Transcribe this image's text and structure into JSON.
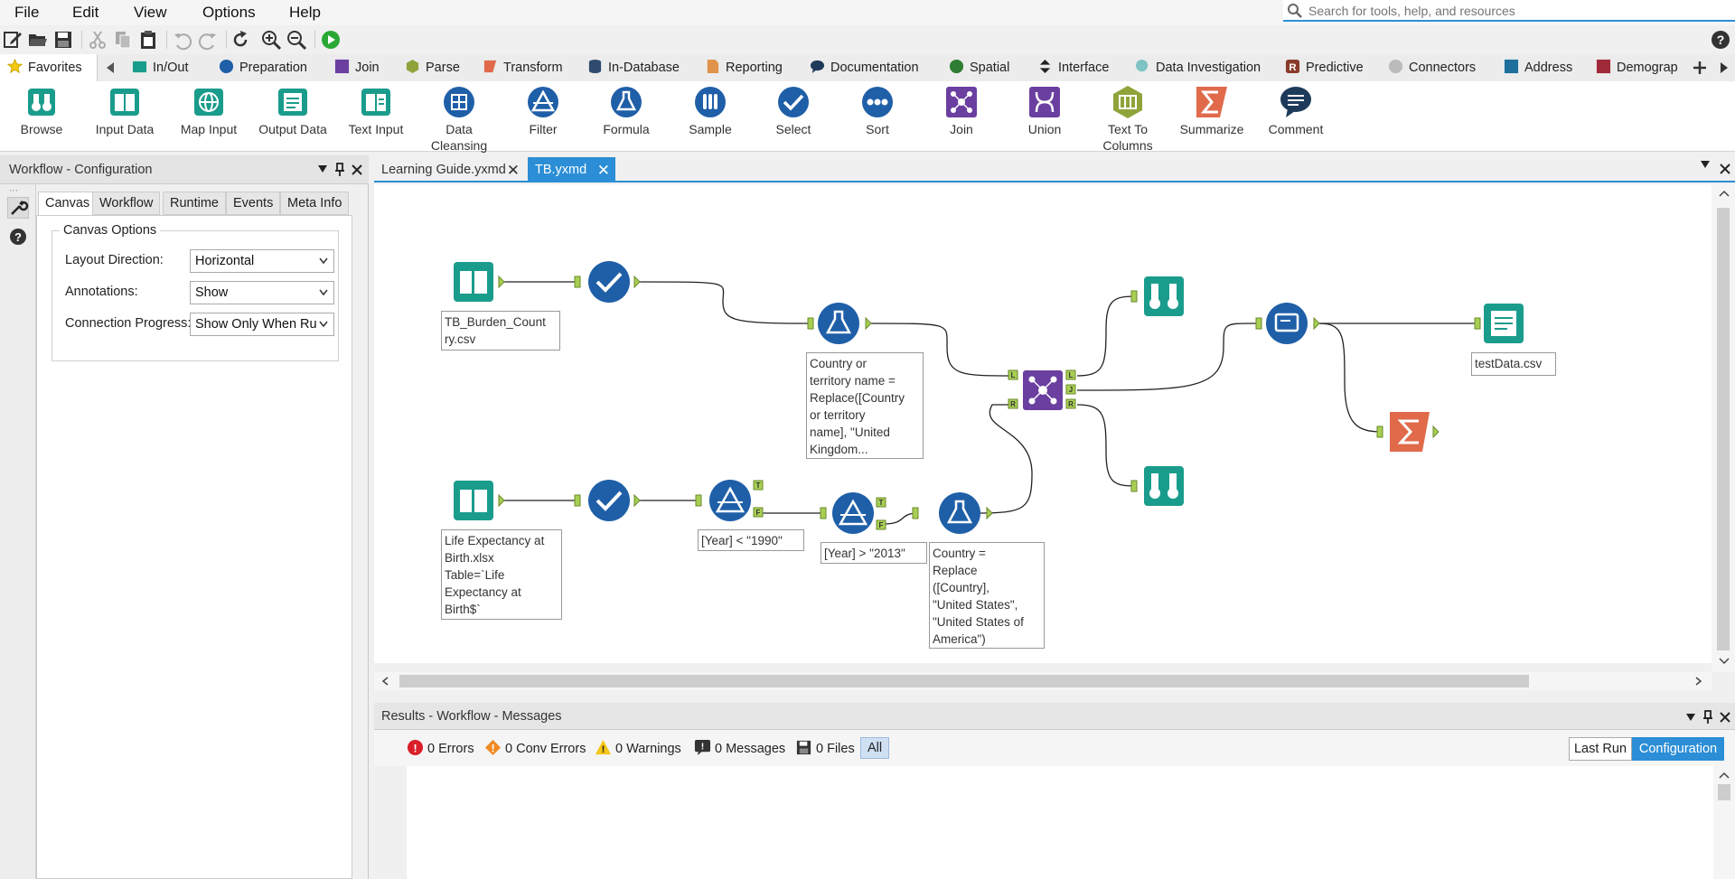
{
  "menu": {
    "file": "File",
    "edit": "Edit",
    "view": "View",
    "options": "Options",
    "help": "Help"
  },
  "search": {
    "placeholder": "Search for tools, help, and resources"
  },
  "categories": {
    "favorites": "Favorites",
    "in_out": "In/Out",
    "preparation": "Preparation",
    "join": "Join",
    "parse": "Parse",
    "transform": "Transform",
    "in_database": "In-Database",
    "reporting": "Reporting",
    "documentation": "Documentation",
    "spatial": "Spatial",
    "interface": "Interface",
    "data_investigation": "Data Investigation",
    "predictive": "Predictive",
    "connectors": "Connectors",
    "address": "Address",
    "demographic": "Demograp"
  },
  "palette": {
    "browse": "Browse",
    "input_data": "Input Data",
    "map_input": "Map Input",
    "output_data": "Output Data",
    "text_input": "Text Input",
    "data_cleansing_1": "Data",
    "data_cleansing_2": "Cleansing",
    "filter": "Filter",
    "formula": "Formula",
    "sample": "Sample",
    "select": "Select",
    "sort": "Sort",
    "join": "Join",
    "union": "Union",
    "text_to_columns_1": "Text To",
    "text_to_columns_2": "Columns",
    "summarize": "Summarize",
    "comment": "Comment"
  },
  "config_panel": {
    "title": "Workflow - Configuration",
    "tabs": {
      "canvas": "Canvas",
      "workflow": "Workflow",
      "runtime": "Runtime",
      "events": "Events",
      "meta_info": "Meta Info"
    },
    "canvas_options": {
      "legend": "Canvas Options",
      "layout_direction_label": "Layout Direction:",
      "layout_direction_value": "Horizontal",
      "annotations_label": "Annotations:",
      "annotations_value": "Show",
      "connection_progress_label": "Connection Progress:",
      "connection_progress_value": "Show Only When Ru"
    }
  },
  "doc_tabs": {
    "tab1": "Learning Guide.yxmd",
    "tab2": "TB.yxmd"
  },
  "workflow": {
    "input1_annotation": "TB_Burden_Count\nry.csv",
    "input2_annotation": "Life Expectancy at\nBirth.xlsx\nTable=`Life\nExpectancy at\nBirth$`",
    "formula1_annotation": "Country or\nterritory name =\nReplace([Country\nor territory\nname], \"United\nKingdom...",
    "filter1_annotation": "[Year] < \"1990\"",
    "filter2_annotation": "[Year] > \"2013\"",
    "formula2_annotation": "Country =\nReplace\n([Country],\n\"United States\",\n\"United States of\nAmerica\")",
    "output_annotation": "testData.csv",
    "anchors": {
      "true": "T",
      "false": "F",
      "left": "L",
      "join": "J",
      "right": "R"
    }
  },
  "results": {
    "title": "Results - Workflow - Messages",
    "errors": "0 Errors",
    "conv_errors": "0 Conv Errors",
    "warnings": "0 Warnings",
    "messages": "0 Messages",
    "files": "0 Files",
    "all": "All",
    "last_run": "Last Run",
    "configuration": "Configuration"
  },
  "colors": {
    "accent": "#2b8ed6",
    "in_out": "#1a9c8c",
    "preparation": "#1f5fa8",
    "join": "#6b3fa0",
    "transform": "#e06a4a",
    "success": "#2aa836",
    "error": "#d9202a",
    "warning": "#f5a623"
  }
}
